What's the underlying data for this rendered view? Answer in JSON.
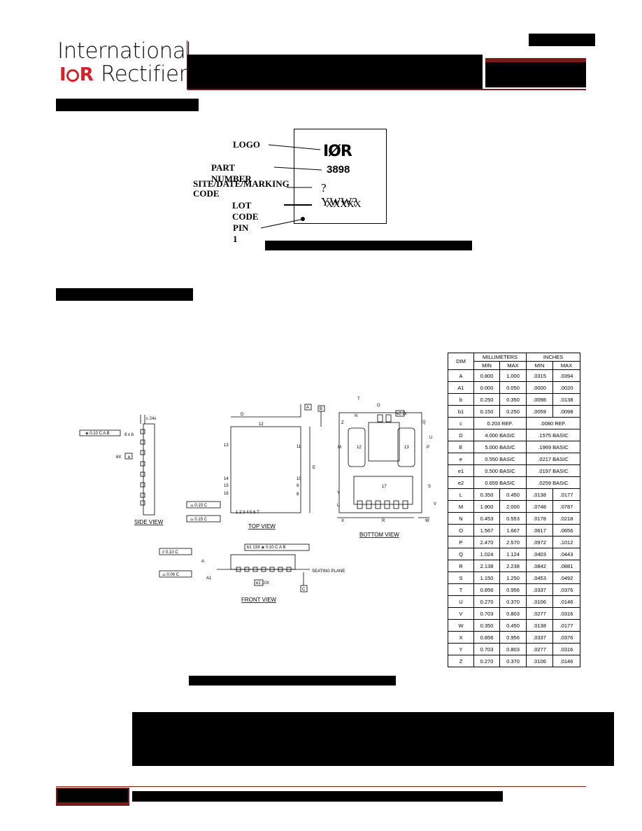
{
  "header": {
    "logo_word_top": "International",
    "logo_mark": "I",
    "logo_mark_tail": "R",
    "logo_word_bottom": "Rectifier"
  },
  "marking": {
    "callouts": [
      "LOGO",
      "PART NUMBER",
      "SITE/DATE/MARKING",
      "CODE",
      "LOT CODE",
      "PIN 1"
    ],
    "chip_logo": "IØR",
    "part_number": "3898",
    "date_code": "?YWW?",
    "lot_code": "XXXXX"
  },
  "drawing": {
    "side_view": "SIDE VIEW",
    "top_view": "TOP VIEW",
    "bottom_view": "BOTTOM VIEW",
    "front_view": "FRONT VIEW",
    "seating_plane": "SEATING PLANE",
    "c24x": "c 24x",
    "tol1": "0.10",
    "tol2": "0.15",
    "tol3": "0.06",
    "b13x": "b1 13X",
    "e1_10x": "e1 10X",
    "six_x": "6X",
    "eight_x_b": "8 x b",
    "two_x": "2x"
  },
  "dim_table": {
    "headers": {
      "dim": "DIM",
      "mm": "MILLIMETERS",
      "in": "INCHES",
      "min": "MIN",
      "max": "MAX"
    },
    "rows": [
      [
        "A",
        "0.800",
        "1.000",
        ".0315",
        ".0394"
      ],
      [
        "A1",
        "0.000",
        "0.050",
        ".0000",
        ".0020"
      ],
      [
        "b",
        "0.250",
        "0.350",
        ".0098",
        ".0138"
      ],
      [
        "b1",
        "0.150",
        "0.250",
        ".0059",
        ".0098"
      ],
      [
        "c",
        "0.203 REF.",
        "",
        ".0080 REF.",
        ""
      ],
      [
        "D",
        "4.000 BASIC",
        "",
        ".1575 BASIC",
        ""
      ],
      [
        "E",
        "5.000 BASIC",
        "",
        ".1969 BASIC",
        ""
      ],
      [
        "e",
        "0.550 BASIC",
        "",
        ".0217 BASIC",
        ""
      ],
      [
        "e1",
        "0.500 BASIC",
        "",
        ".0197 BASIC",
        ""
      ],
      [
        "e2",
        "0.659 BASIC",
        "",
        ".0259 BASIC",
        ""
      ],
      [
        "L",
        "0.350",
        "0.450",
        ".0138",
        ".0177"
      ],
      [
        "M",
        "1.900",
        "2.000",
        ".0748",
        ".0787"
      ],
      [
        "N",
        "0.453",
        "0.553",
        ".0178",
        ".0218"
      ],
      [
        "O",
        "1.567",
        "1.667",
        ".0617",
        ".0656"
      ],
      [
        "P",
        "2.470",
        "2.570",
        ".0972",
        ".1012"
      ],
      [
        "Q",
        "1.024",
        "1.124",
        ".0403",
        ".0443"
      ],
      [
        "R",
        "2.138",
        "2.238",
        ".0842",
        ".0881"
      ],
      [
        "S",
        "1.150",
        "1.250",
        ".0453",
        ".0492"
      ],
      [
        "T",
        "0.856",
        "0.956",
        ".0337",
        ".0376"
      ],
      [
        "U",
        "0.270",
        "0.370",
        ".0106",
        ".0146"
      ],
      [
        "V",
        "0.703",
        "0.803",
        ".0277",
        ".0316"
      ],
      [
        "W",
        "0.350",
        "0.450",
        ".0138",
        ".0177"
      ],
      [
        "X",
        "0.856",
        "0.956",
        ".0337",
        ".0376"
      ],
      [
        "Y",
        "0.703",
        "0.803",
        ".0277",
        ".0316"
      ],
      [
        "Z",
        "0.270",
        "0.370",
        ".0106",
        ".0146"
      ]
    ]
  },
  "colors": {
    "brand_red": "#d2232a",
    "accent_dark_red": "#7a1a1a"
  }
}
